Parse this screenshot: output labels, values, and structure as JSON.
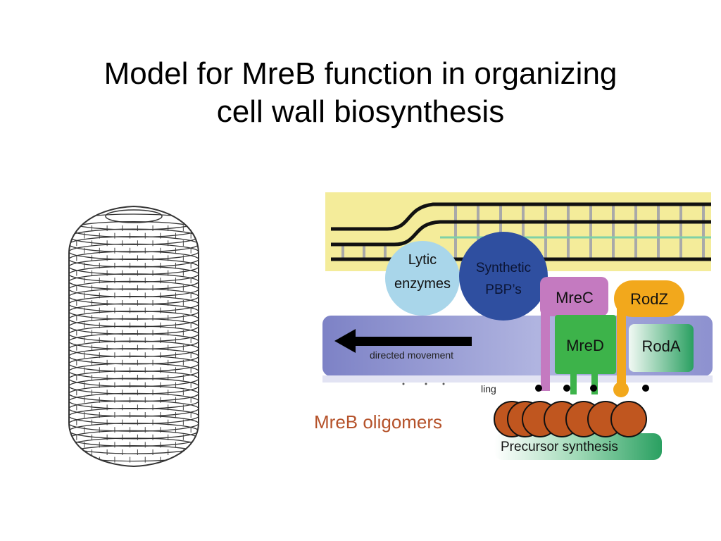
{
  "slide": {
    "title_line1": "Model for MreB function in organizing",
    "title_line2": "cell wall biosynthesis",
    "mreb_label": "MreB oligomers"
  },
  "diagram": {
    "lytic_line1": "Lytic",
    "lytic_line2": "enzymes",
    "pbp_line1": "Synthetic",
    "pbp_line2": "PBP’s",
    "mrec": "MreC",
    "rodz": "RodZ",
    "mred": "MreD",
    "roda": "RodA",
    "arrow_label": "directed  movement",
    "partial_label": "ling",
    "precursor": "Precursor synthesis"
  },
  "colors": {
    "title": "#000000",
    "mreb_label": "#b5522a",
    "cell_wall_band": "#f4ec9a",
    "membrane": "#8a8fcf",
    "lytic": "#a9d6ea",
    "pbp": "#2f4fa0",
    "mrec": "#c47ac0",
    "rodz": "#f2a81c",
    "mred": "#3db34a",
    "roda": "#2aa061",
    "mreb": "#c0561f"
  }
}
